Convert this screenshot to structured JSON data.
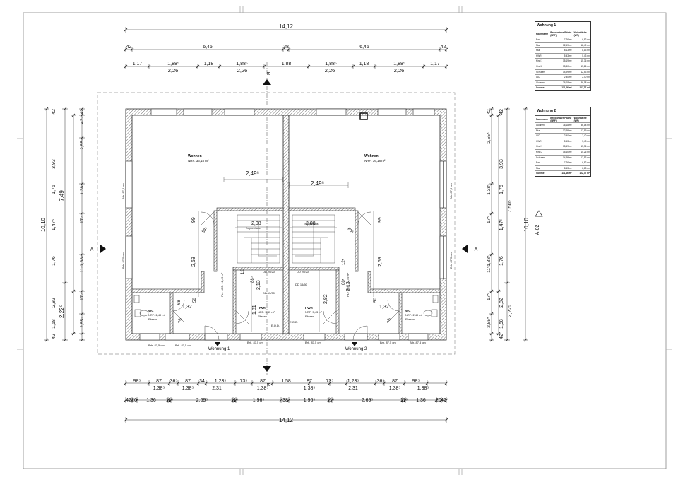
{
  "dims_top": {
    "overall": "14,12",
    "row1": [
      "42",
      "6,45",
      "38",
      "6,45",
      "42"
    ],
    "row2_top": [
      "1,17",
      "1,88⁵",
      "1,18",
      "1,88⁵",
      "1,88",
      "1,88⁵",
      "1,18",
      "1,88⁵",
      "1,17"
    ],
    "row2_bottom": [
      "2,26",
      "2,26",
      "2,26",
      "2,26"
    ]
  },
  "dims_bottom": {
    "row1_a": [
      "98⁵",
      "87",
      "36⁵",
      "87",
      "34",
      "1,23⁵",
      "73⁵",
      "87",
      "1,58",
      "87",
      "73⁵",
      "1,23⁵",
      "36⁵",
      "87",
      "98⁵"
    ],
    "row1_b": [
      "1,38⁵",
      "1,38⁵",
      "2,31",
      "1,38⁵",
      "1,38⁵",
      "2,31",
      "1,38⁵",
      "1,38⁵"
    ],
    "row2": [
      "42",
      "20",
      "1,36",
      "11⁵",
      "2,69⁵",
      "11⁵",
      "1,96⁵",
      "38",
      "1,96⁵",
      "11⁵",
      "2,69⁵",
      "11⁵",
      "1,36",
      "20",
      "42"
    ],
    "overall": "14,12"
  },
  "dims_left": {
    "overall": "10,10",
    "col1": [
      "7,49",
      "2,22⁵"
    ],
    "col2": [
      "3,93",
      "1,76",
      "1,47⁵",
      "1,76",
      "2,82",
      "1,58",
      "42",
      "42"
    ],
    "col3": [
      "42",
      "43⁵",
      "2,55⁵",
      "1,38⁵",
      "17⁵",
      "1,38⁵",
      "11⁵",
      "17⁵",
      "2,55⁵"
    ]
  },
  "dims_right": {
    "overall": "10,10",
    "col1": [
      "7,50⁵",
      "2,22⁵"
    ],
    "col2": [
      "3,93",
      "1,76",
      "1,47⁵",
      "1,76",
      "2,82",
      "1,58",
      "42",
      "42"
    ],
    "col3": [
      "42",
      "2,55⁵",
      "1,38⁵",
      "17⁵",
      "1,38⁵",
      "11⁵",
      "17⁵",
      "2,55⁵"
    ]
  },
  "section_markers": {
    "a": "A",
    "b": "B",
    "a_ref": "A-02"
  },
  "rooms": {
    "wohnen_l": {
      "name": "Wohnen",
      "nrf": "NRF: 36,18 m²"
    },
    "wohnen_r": {
      "name": "Wohnen",
      "nrf": "NRF: 36,18 m²"
    },
    "wc_l": {
      "name": "WC",
      "nrf": "NRF: 2,40 m²",
      "floor": "Fliesen"
    },
    "wc_r": {
      "name": "WC",
      "nrf": "NRF: 2,40 m²",
      "floor": "Fliesen"
    },
    "hwr_l": {
      "name": "HWR",
      "nrf": "NRF: 5,43 m²",
      "floor": "Fliesen"
    },
    "hwr_r": {
      "name": "HWR",
      "nrf": "NRF: 5,43 m²",
      "floor": "Fliesen"
    },
    "flur_l": "Flur NRF: 12,49 m²",
    "flur_r": "Flur NRF: 12,49 m²",
    "treppe": "Treppenhaus"
  },
  "inner_dims": {
    "d249_l": "2,49⁵",
    "d249_r": "2,49⁵",
    "d208_l": "2,08",
    "d208_r": "2,08",
    "d99_l": "99",
    "d99_r": "99",
    "d259_l": "2,59",
    "d259_r": "2,59",
    "d282": "2,82",
    "d181": "1,81",
    "d213_l": "2,13",
    "d213_r": "2,13",
    "d132_l": "1,32",
    "d132_r": "1,32",
    "d88_l": "88⁵",
    "d88_r": "88⁵",
    "d12_l": "12⁵",
    "d12_r": "12⁵",
    "d68": "68",
    "d50_l": "50",
    "d50_r": "50",
    "d76_l": "76",
    "d76_r": "76",
    "d86_l": "86⁵",
    "d86_r": "86⁵",
    "dd1": "DD 20/20",
    "dd2": "DD 20/20",
    "dd3": "DD 15/50",
    "dd4": "DD 15/50",
    "eod1": "E.O.D.",
    "eod2": "E.O.D."
  },
  "brh": [
    "Brh. 87,5 cm",
    "Brh. 87,5 cm",
    "Brh. 87,5 cm",
    "Brh. 87,5 cm",
    "Brh. 87,5 cm",
    "Brh. 87,5 cm"
  ],
  "brh_side": [
    "Brh. 87,5 cm",
    "Brh. 87,5 cm",
    "Brh. 87,5 cm",
    "Brh. 87,5 cm"
  ],
  "entrances": {
    "left": "Wohnung 1",
    "right": "Wohnung 2"
  },
  "table1": {
    "title": "Wohnung 1",
    "headers": [
      "Raumname",
      "Bewohnbare Fläche (NRF)",
      "Wohnfläche (WF)"
    ],
    "rows": [
      [
        "Bad",
        "7,26 m²",
        "6,92 m²"
      ],
      [
        "Flur",
        "12,49 m²",
        "12,49 m²"
      ],
      [
        "Flur",
        "8,13 m²",
        "8,13 m²"
      ],
      [
        "HWR",
        "5,43 m²",
        "5,43 m²"
      ],
      [
        "Kind 1",
        "15,19 m²",
        "15,36 m²"
      ],
      [
        "Kind 2",
        "15,60 m²",
        "15,26 m²"
      ],
      [
        "Schlafen",
        "14,99 m²",
        "12,53 m²"
      ],
      [
        "WC",
        "2,40 m²",
        "2,40 m²"
      ],
      [
        "Wohnen",
        "36,18 m²",
        "36,18 m²"
      ]
    ],
    "sum": [
      "Summe",
      "111,46 m²",
      "102,77 m²"
    ]
  },
  "table2": {
    "title": "Wohnung 2",
    "headers": [
      "Raumname",
      "Bewohnbare Fläche (NRF)",
      "Wohnfläche (WF)"
    ],
    "rows": [
      [
        "Wohnen",
        "36,18 m²",
        "36,18 m²"
      ],
      [
        "Flur",
        "12,99 m²",
        "12,99 m²"
      ],
      [
        "WC",
        "2,40 m²",
        "2,40 m²"
      ],
      [
        "HWR",
        "5,43 m²",
        "5,43 m²"
      ],
      [
        "Kind 1",
        "15,19 m²",
        "15,36 m²"
      ],
      [
        "Kind 2",
        "15,60 m²",
        "15,26 m²"
      ],
      [
        "Schlafen",
        "14,99 m²",
        "12,53 m²"
      ],
      [
        "Bad",
        "7,26 m²",
        "6,92 m²"
      ],
      [
        "Flur",
        "8,13 m²",
        "8,13 m²"
      ]
    ],
    "sum": [
      "Summe",
      "111,46 m²",
      "102,77 m²"
    ]
  }
}
